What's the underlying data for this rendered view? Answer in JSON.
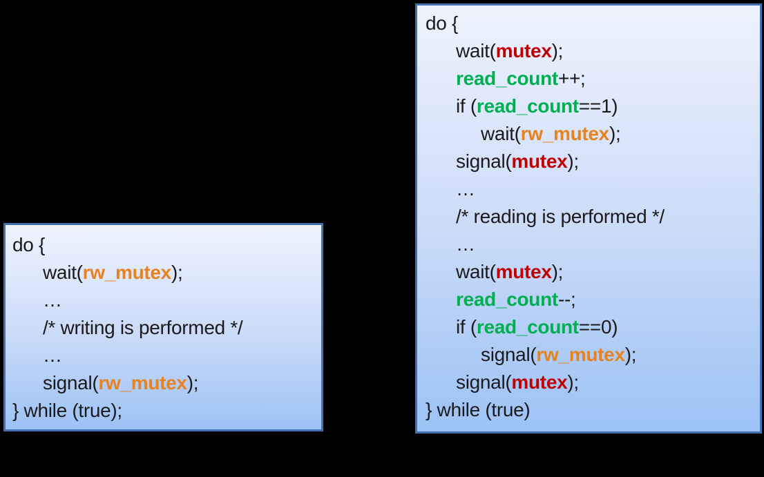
{
  "palette": {
    "background": "#000000",
    "text": "#1a1a1a",
    "mutex": "#c00000",
    "read_count": "#00b050",
    "rw_mutex": "#e8821e",
    "box_border": "#4170b3",
    "box_bg_top": "#eef3fd",
    "box_bg_mid": "#c9daf8",
    "box_bg_bottom": "#9cc2f5"
  },
  "writer_box": {
    "role": "writer-process-code",
    "lines": [
      {
        "indent": 0,
        "segments": [
          {
            "text": "do {",
            "color": "text"
          }
        ]
      },
      {
        "indent": 1,
        "segments": [
          {
            "text": "wait(",
            "color": "text"
          },
          {
            "text": "rw_mutex",
            "color": "rw_mutex",
            "bold": true
          },
          {
            "text": ");",
            "color": "text"
          }
        ]
      },
      {
        "indent": 1,
        "segments": [
          {
            "text": "…",
            "color": "text"
          }
        ]
      },
      {
        "indent": 1,
        "segments": [
          {
            "text": "/* writing is performed */",
            "color": "text"
          }
        ]
      },
      {
        "indent": 1,
        "segments": [
          {
            "text": "…",
            "color": "text"
          }
        ]
      },
      {
        "indent": 1,
        "segments": [
          {
            "text": "signal(",
            "color": "text"
          },
          {
            "text": "rw_mutex",
            "color": "rw_mutex",
            "bold": true
          },
          {
            "text": ");",
            "color": "text"
          }
        ]
      },
      {
        "indent": 0,
        "segments": [
          {
            "text": "} while (true);",
            "color": "text"
          }
        ]
      }
    ]
  },
  "reader_box": {
    "role": "reader-process-code",
    "lines": [
      {
        "indent": 0,
        "segments": [
          {
            "text": "do {",
            "color": "text"
          }
        ]
      },
      {
        "indent": 1,
        "segments": [
          {
            "text": "wait(",
            "color": "text"
          },
          {
            "text": "mutex",
            "color": "mutex",
            "bold": true
          },
          {
            "text": ");",
            "color": "text"
          }
        ]
      },
      {
        "indent": 1,
        "segments": [
          {
            "text": "read_count",
            "color": "read_count",
            "bold": true
          },
          {
            "text": "++;",
            "color": "text"
          }
        ]
      },
      {
        "indent": 1,
        "segments": [
          {
            "text": "if (",
            "color": "text"
          },
          {
            "text": "read_count",
            "color": "read_count",
            "bold": true
          },
          {
            "text": "==1)",
            "color": "text"
          }
        ]
      },
      {
        "indent": 2,
        "segments": [
          {
            "text": "wait(",
            "color": "text"
          },
          {
            "text": "rw_mutex",
            "color": "rw_mutex",
            "bold": true
          },
          {
            "text": ");",
            "color": "text"
          }
        ]
      },
      {
        "indent": 1,
        "segments": [
          {
            "text": "signal(",
            "color": "text"
          },
          {
            "text": "mutex",
            "color": "mutex",
            "bold": true
          },
          {
            "text": ");",
            "color": "text"
          }
        ]
      },
      {
        "indent": 1,
        "segments": [
          {
            "text": "…",
            "color": "text"
          }
        ]
      },
      {
        "indent": 1,
        "segments": [
          {
            "text": "/* reading is performed */",
            "color": "text"
          }
        ]
      },
      {
        "indent": 1,
        "segments": [
          {
            "text": "…",
            "color": "text"
          }
        ]
      },
      {
        "indent": 1,
        "segments": [
          {
            "text": "wait(",
            "color": "text"
          },
          {
            "text": "mutex",
            "color": "mutex",
            "bold": true
          },
          {
            "text": ");",
            "color": "text"
          }
        ]
      },
      {
        "indent": 1,
        "segments": [
          {
            "text": "read_count",
            "color": "read_count",
            "bold": true
          },
          {
            "text": "--;",
            "color": "text"
          }
        ]
      },
      {
        "indent": 1,
        "segments": [
          {
            "text": "if (",
            "color": "text"
          },
          {
            "text": "read_count",
            "color": "read_count",
            "bold": true
          },
          {
            "text": "==0)",
            "color": "text"
          }
        ]
      },
      {
        "indent": 2,
        "segments": [
          {
            "text": "signal(",
            "color": "text"
          },
          {
            "text": "rw_mutex",
            "color": "rw_mutex",
            "bold": true
          },
          {
            "text": ");",
            "color": "text"
          }
        ]
      },
      {
        "indent": 1,
        "segments": [
          {
            "text": "signal(",
            "color": "text"
          },
          {
            "text": "mutex",
            "color": "mutex",
            "bold": true
          },
          {
            "text": ");",
            "color": "text"
          }
        ]
      },
      {
        "indent": 0,
        "segments": [
          {
            "text": "} while (true)",
            "color": "text"
          }
        ]
      }
    ]
  }
}
